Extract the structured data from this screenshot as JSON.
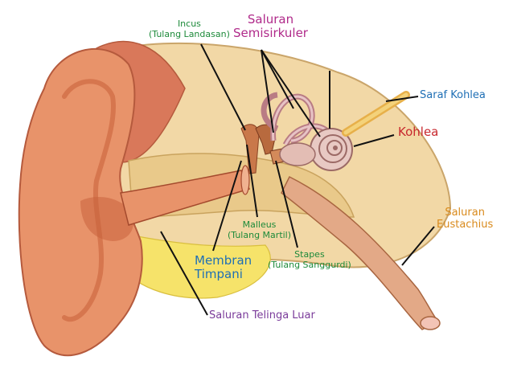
{
  "labels": {
    "incus": {
      "line1": "Incus",
      "line2": "(Tulang Landasan)",
      "color": "#1d8a3a"
    },
    "semicircular": {
      "line1": "Saluran",
      "line2": "Semisirkuler",
      "color": "#b02a8a"
    },
    "cochlear_nerve": {
      "text": "Saraf Kohlea",
      "color": "#1f6fb5"
    },
    "cochlea": {
      "text": "Kohlea",
      "color": "#c8282e"
    },
    "eustachian": {
      "line1": "Saluran",
      "line2": "Eustachius",
      "color": "#d98a1c"
    },
    "malleus": {
      "line1": "Malleus",
      "line2": "(Tulang Martil)",
      "color": "#1d8a3a"
    },
    "stapes": {
      "line1": "Stapes",
      "line2": "(Tulang Sanggurdi)",
      "color": "#1d8a3a"
    },
    "eardrum": {
      "line1": "Membran",
      "line2": "Timpani",
      "color": "#1f6fb5"
    },
    "ear_canal": {
      "text": "Saluran Telinga Luar",
      "color": "#7a3b9a"
    }
  },
  "colors": {
    "skin": "#e8936a",
    "skin_dark": "#c9623c",
    "tissue": "#f2d8a6",
    "bone": "#e9c98a",
    "fat": "#f6e36a",
    "leader": "#111111"
  }
}
